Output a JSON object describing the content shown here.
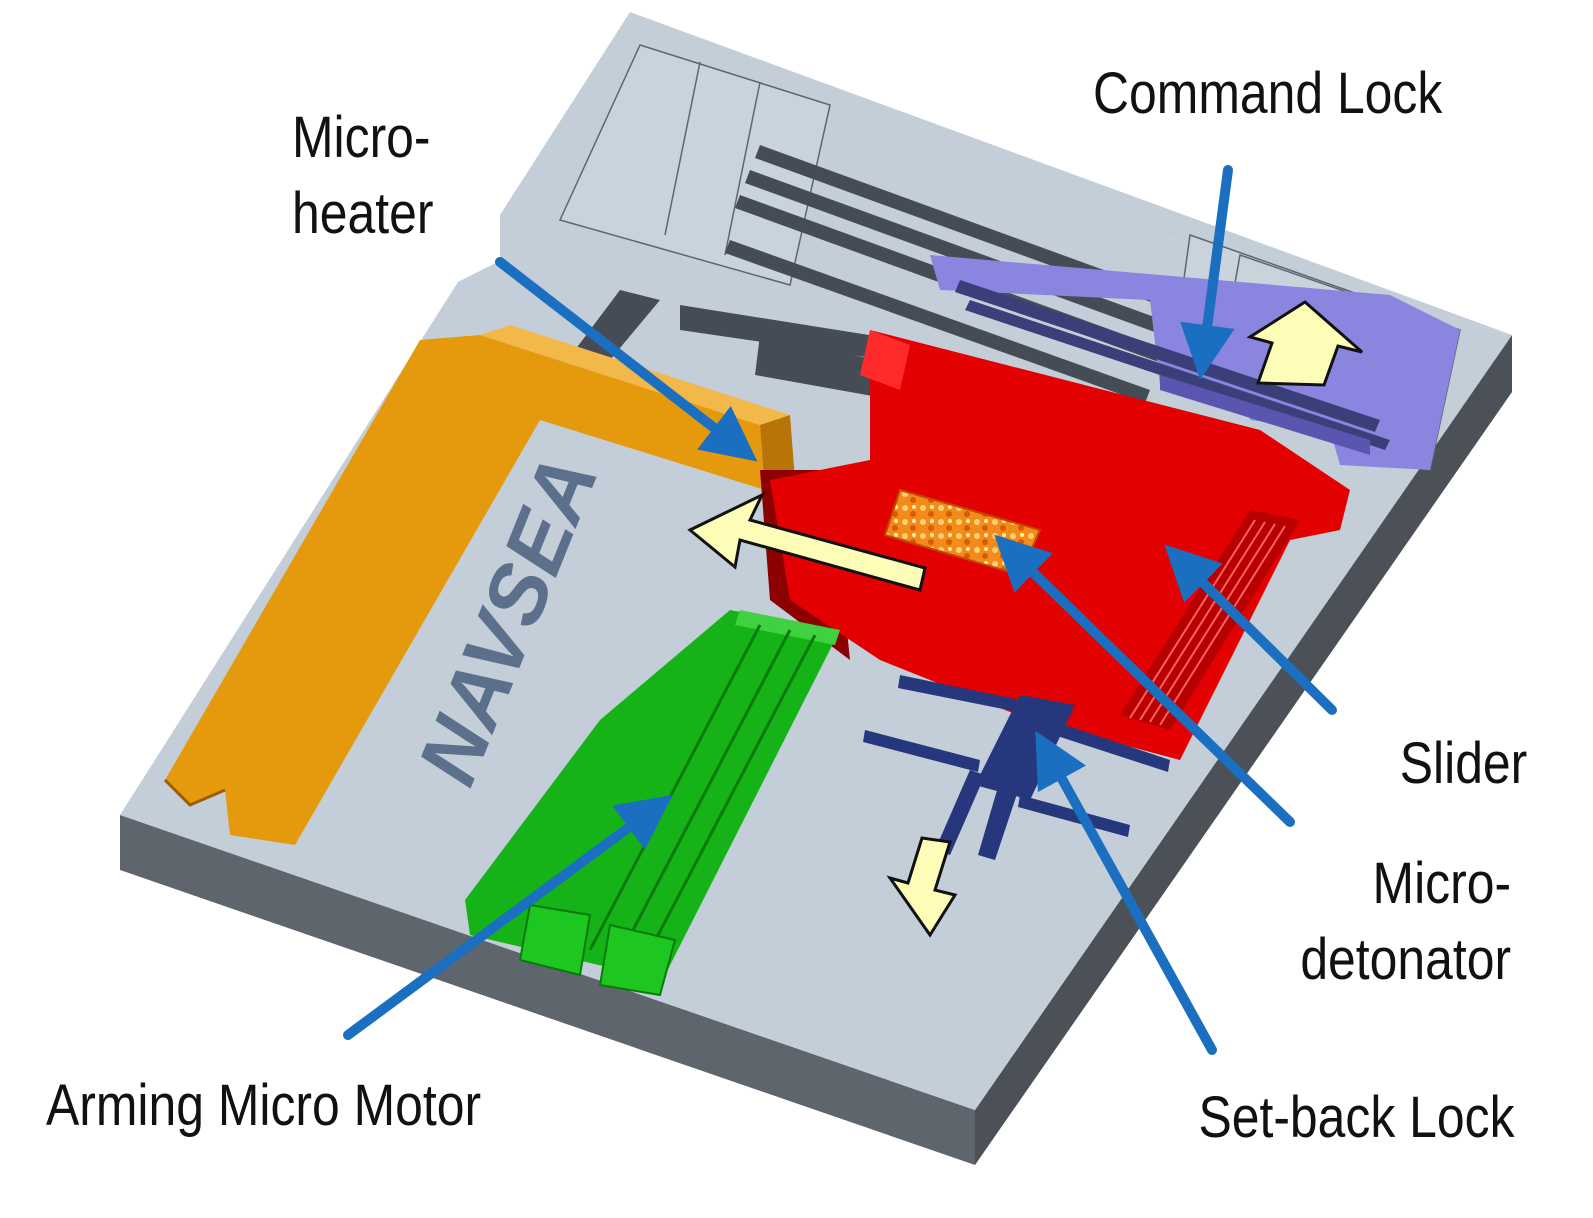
{
  "labels": {
    "micro_heater": [
      "Micro-",
      "heater"
    ],
    "command_lock": "Command Lock",
    "slider": "Slider",
    "micro_detonator": [
      "Micro-",
      "detonator"
    ],
    "arming_micro_motor": "Arming Micro Motor",
    "set_back_lock": "Set-back Lock"
  },
  "engraving": "NAVSEA",
  "colors": {
    "substrate_top": "#c3ced8",
    "substrate_side": "#5f656c",
    "heater": "#e59a0e",
    "slider": "#e30000",
    "slider_shade": "#8c0000",
    "motor": "#15b317",
    "command_lock": "#8a86e0",
    "setback_lock": "#27377d",
    "motion_arrow": "#fdfdb8",
    "leader_arrow": "#1b6fc1",
    "detonator": "#f38a1c"
  }
}
